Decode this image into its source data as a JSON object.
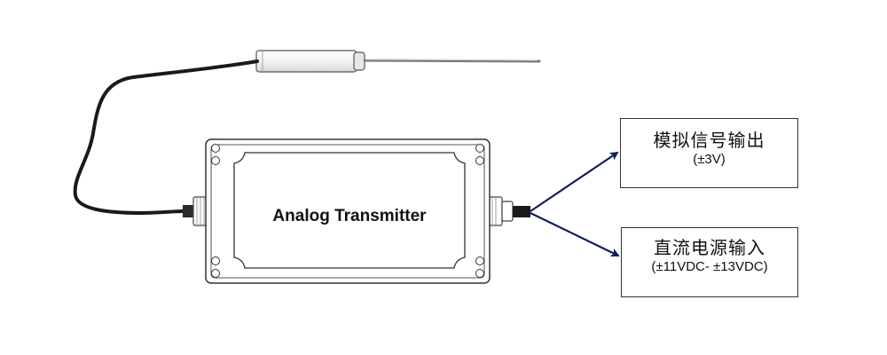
{
  "device": {
    "label": "Analog Transmitter"
  },
  "outputs": [
    {
      "title": "模拟信号输出",
      "subtitle": "(±3V)"
    },
    {
      "title": "直流电源输入",
      "subtitle": "(±11VDC- ±13VDC)"
    }
  ],
  "colors": {
    "arrow": "#0d1f5c",
    "outline": "#333333",
    "cable": "#1a1a1a"
  }
}
